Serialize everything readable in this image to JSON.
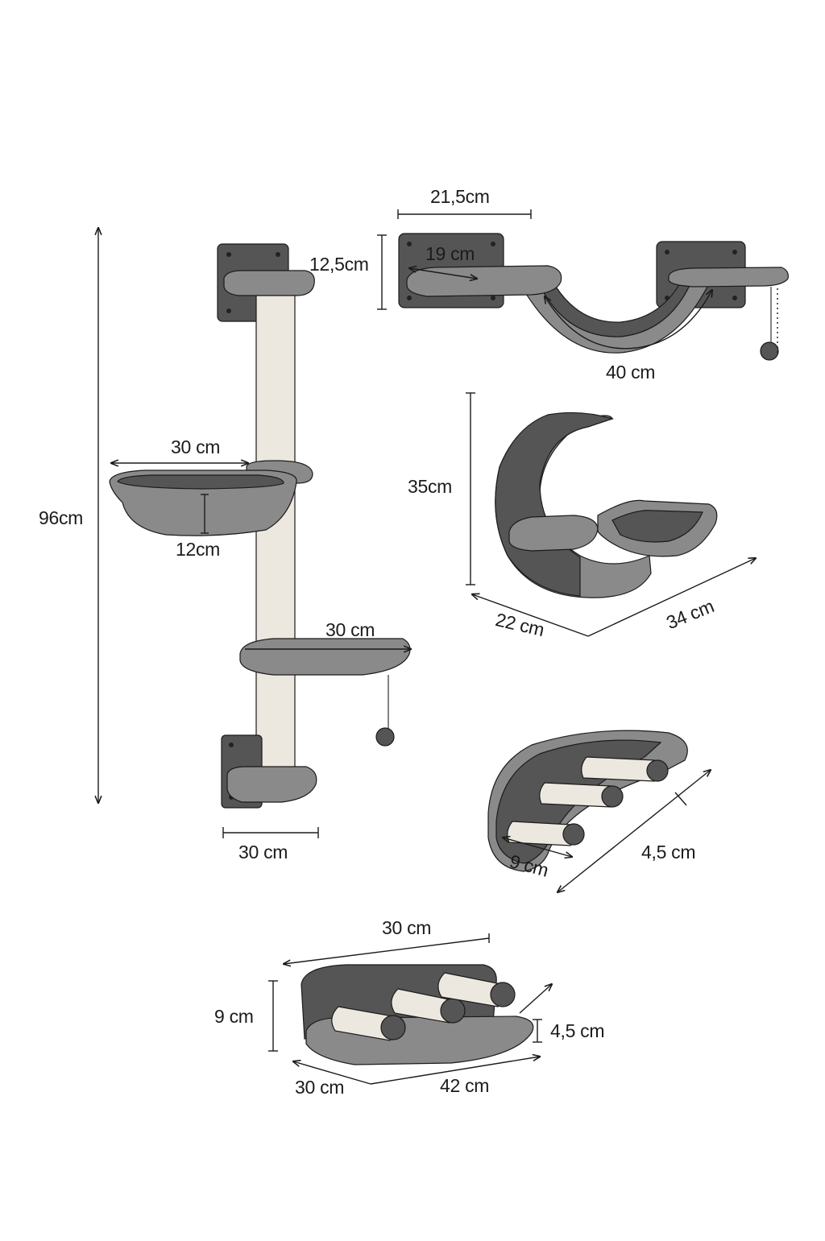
{
  "diagram": {
    "palette": {
      "plush": "#8a8a8a",
      "plush_dark": "#555555",
      "plush_light": "#b4b4b4",
      "sisal": "#ede8df",
      "ink": "#1b1b1b"
    },
    "dimensions": {
      "tower_height": "96cm",
      "tower_bowl_width": "30 cm",
      "tower_bowl_depth": "12cm",
      "tower_lower_shelf_width": "30 cm",
      "tower_base_width": "30 cm",
      "bridge_plate_width": "21,5cm",
      "bridge_plate_height": "12,5cm",
      "bridge_platform_depth": "19 cm",
      "bridge_span": "40 cm",
      "cave_height": "35cm",
      "cave_depth": "22 cm",
      "cave_width": "34 cm",
      "steps_post_spacing": "9 cm",
      "steps_length": "4,5 cm",
      "scratcher_width": "30 cm",
      "scratcher_height": "9 cm",
      "scratcher_post_diameter": "4,5 cm",
      "scratcher_depth": "30 cm",
      "scratcher_length": "42 cm"
    }
  }
}
